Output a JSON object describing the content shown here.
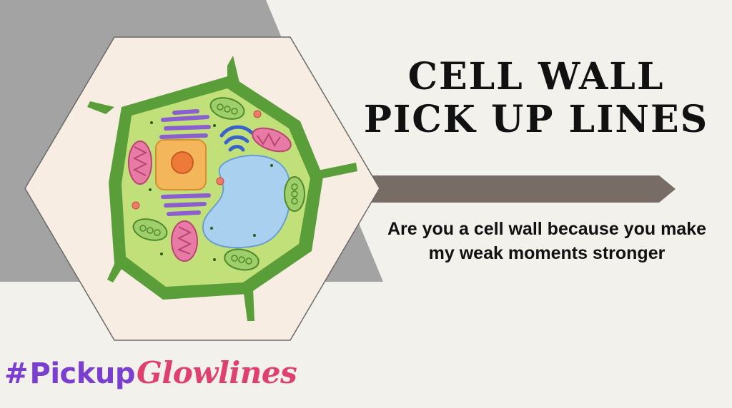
{
  "title": {
    "line1": "CELL WALL",
    "line2": "PICK UP LINES"
  },
  "pickup_line": "Are you a cell wall because you make my weak moments stronger",
  "brand": {
    "hash": "#",
    "part1": "Pickup",
    "part2": "Glowlines"
  },
  "colors": {
    "background": "#f3f1ec",
    "gray_block": "#a3a3a3",
    "hexagon_fill": "#f8ede2",
    "arrow": "#786c66",
    "cell_wall": "#5a9e3a",
    "cytoplasm": "#c2e07a",
    "vacuole": "#a9d1ef",
    "nucleus": "#f4b65b",
    "golgi": "#8b5fcf",
    "er": "#3a63c9",
    "mitochondria": "#e87aa6",
    "chloroplast": "#9fcf6a"
  }
}
